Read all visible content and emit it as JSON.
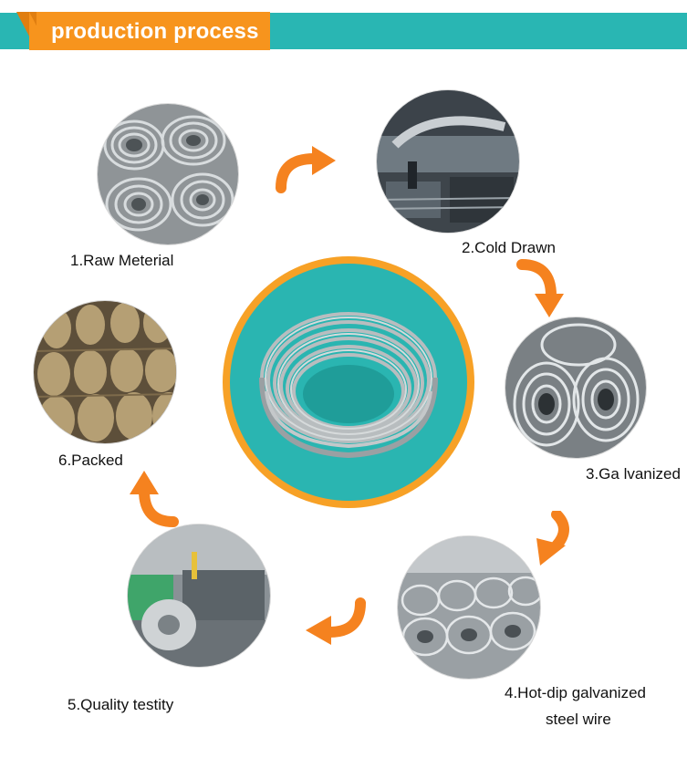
{
  "header": {
    "title": "production process"
  },
  "colors": {
    "teal": "#29b6b3",
    "orange": "#f7941d",
    "arrow": "#f5821f"
  },
  "steps": [
    {
      "label": "1.Raw Meterial",
      "icon": "wire-coils-photo"
    },
    {
      "label": "2.Cold Drawn",
      "icon": "factory-photo"
    },
    {
      "label": "3.Ga lvanized",
      "icon": "wire-coils-photo"
    },
    {
      "label_line1": "4.Hot-dip galvanized",
      "label_line2": "steel wire",
      "icon": "warehouse-coils-photo"
    },
    {
      "label": "5.Quality testity",
      "icon": "steel-coil-factory-photo"
    },
    {
      "label": "6.Packed",
      "icon": "packed-coils-photo"
    }
  ],
  "center": {
    "icon": "steel-wire-rope-coil"
  }
}
